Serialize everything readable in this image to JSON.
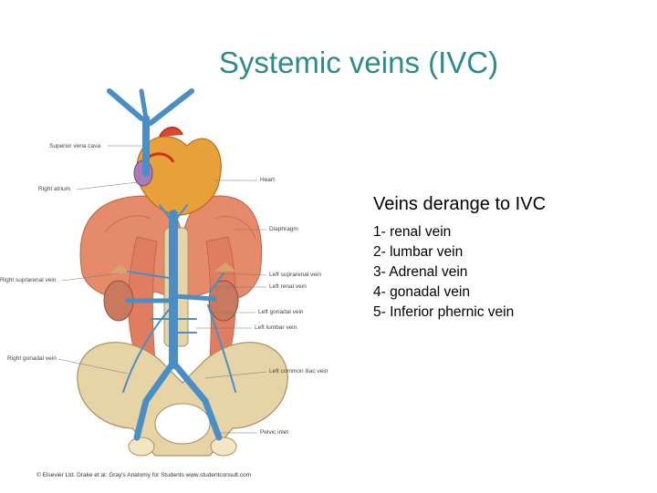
{
  "slide": {
    "title": "Systemic veins (IVC)"
  },
  "figure": {
    "labels": {
      "superior_vena_cava": "Superior vena cava",
      "right_atrium": "Right atrium",
      "heart": "Heart",
      "diaphragm": "Diaphragm",
      "right_suprarenal_vein": "Right suprarenal vein",
      "left_suprarenal_vein": "Left suprarenal vein",
      "left_renal_vein": "Left renal vein",
      "left_gonadal_vein": "Left gonadal vein",
      "left_lumbar_vein": "Left lumbar vein",
      "right_gonadal_vein": "Right gonadal vein",
      "left_common_iliac_vein": "Left common iliac vein",
      "pelvic_inlet": "Pelvic inlet"
    },
    "copyright": "© Elsevier Ltd. Drake et al: Gray's Anatomy for Students www.studentconsult.com"
  },
  "content": {
    "heading": "Veins derange to IVC",
    "items": [
      "1- renal vein",
      "2- lumbar vein",
      "3- Adrenal vein",
      "4- gonadal vein",
      "5- Inferior phernic vein"
    ]
  },
  "colors": {
    "title": "#2e8b8b",
    "vein": "#4a8ec6",
    "muscle": "#e58a6b",
    "bone": "#e6d4a6",
    "heart": "#e8a03a",
    "kidney": "#c8795e"
  }
}
